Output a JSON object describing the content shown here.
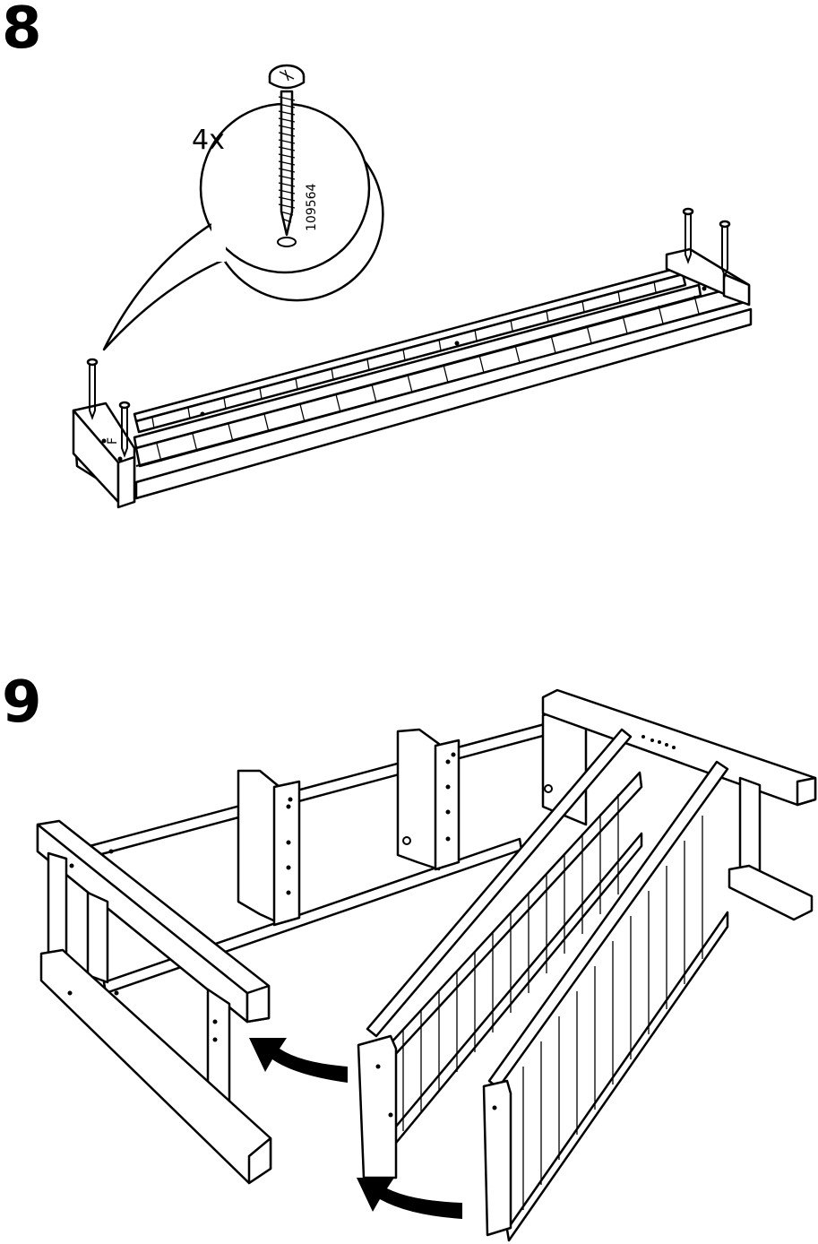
{
  "steps": [
    {
      "number": "8",
      "quantity": "4x",
      "part_number": "109564",
      "frame_marking": "F"
    },
    {
      "number": "9"
    }
  ],
  "icons": [
    "screw-icon",
    "callout-bubble",
    "rotate-arrow-icon"
  ]
}
